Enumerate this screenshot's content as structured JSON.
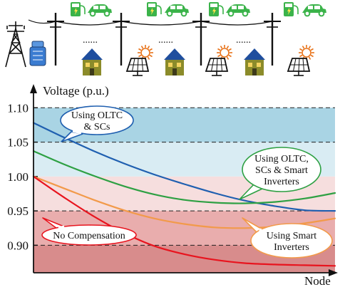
{
  "illustration": {
    "dots": [
      "......",
      "......",
      "......"
    ],
    "icons": [
      "transmission-tower-icon",
      "transformer-icon",
      "utility-pole-icon",
      "ev-charger-icon",
      "electric-car-icon",
      "house-icon",
      "solar-panel-icon",
      "sun-icon"
    ],
    "colors": {
      "charger": "#3bb34a",
      "car": "#3bb34a",
      "house": "#8b8b2a",
      "roof": "#1f4e9e",
      "sun": "#e8731a"
    }
  },
  "chart_data": {
    "type": "line",
    "ylabel": "Voltage (p.u.)",
    "xlabel": "Node",
    "ylim": [
      0.86,
      1.12
    ],
    "yticks": [
      "1.10",
      "1.05",
      "1.00",
      "0.95",
      "0.90"
    ],
    "ytick_values": [
      1.1,
      1.05,
      1.0,
      0.95,
      0.9
    ],
    "xlim": [
      0,
      10
    ],
    "bands": [
      {
        "from": 1.05,
        "to": 1.1,
        "color": "#a9d4e4"
      },
      {
        "from": 1.0,
        "to": 1.05,
        "color": "#d9ecf3"
      },
      {
        "from": 0.95,
        "to": 1.0,
        "color": "#f6dede"
      },
      {
        "from": 0.9,
        "to": 0.95,
        "color": "#e9adad"
      },
      {
        "from": 0.86,
        "to": 0.9,
        "color": "#d88c8c"
      }
    ],
    "dashed_lines": [
      1.1,
      1.05,
      0.95,
      0.9
    ],
    "series": [
      {
        "name": "Using OLTC & SCs",
        "color": "#1f5fb0",
        "x": [
          0,
          1,
          2,
          3,
          4,
          5,
          6,
          7,
          8,
          9,
          10
        ],
        "values": [
          1.078,
          1.057,
          1.037,
          1.019,
          1.003,
          0.989,
          0.976,
          0.965,
          0.957,
          0.951,
          0.95
        ]
      },
      {
        "name": "Using OLTC, SCs & Smart Inverters",
        "color": "#2ea043",
        "x": [
          0,
          1,
          2,
          3,
          4,
          5,
          6,
          7,
          8,
          9,
          10
        ],
        "values": [
          1.037,
          1.018,
          1.001,
          0.986,
          0.974,
          0.966,
          0.962,
          0.961,
          0.963,
          0.968,
          0.976
        ]
      },
      {
        "name": "Using Smart Inverters",
        "color": "#f29a4a",
        "x": [
          0,
          1,
          2,
          3,
          4,
          5,
          6,
          7,
          8,
          9,
          10
        ],
        "values": [
          1.0,
          0.983,
          0.966,
          0.951,
          0.939,
          0.931,
          0.926,
          0.925,
          0.927,
          0.932,
          0.939
        ]
      },
      {
        "name": "No Compensation",
        "color": "#e8141e",
        "x": [
          0,
          1,
          2,
          3,
          4,
          5,
          6,
          7,
          8,
          9,
          10
        ],
        "values": [
          1.0,
          0.97,
          0.942,
          0.918,
          0.899,
          0.887,
          0.879,
          0.874,
          0.872,
          0.871,
          0.87
        ]
      }
    ],
    "callouts": [
      {
        "series": 0,
        "lines": [
          "Using OLTC",
          "& SCs"
        ]
      },
      {
        "series": 1,
        "lines": [
          "Using OLTC,",
          "SCs & Smart",
          "Inverters"
        ]
      },
      {
        "series": 2,
        "lines": [
          "Using Smart",
          "Inverters"
        ]
      },
      {
        "series": 3,
        "lines": [
          "No Compensation"
        ]
      }
    ]
  }
}
